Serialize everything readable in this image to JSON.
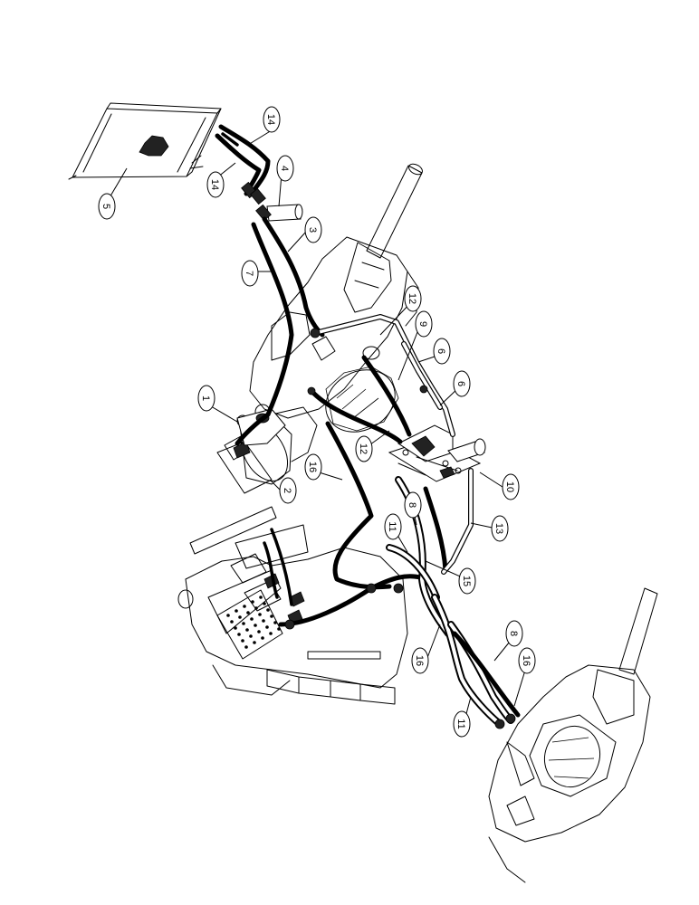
{
  "diagram": {
    "callouts": [
      {
        "id": "c1",
        "label": "1"
      },
      {
        "id": "c2",
        "label": "2"
      },
      {
        "id": "c3",
        "label": "3"
      },
      {
        "id": "c4",
        "label": "4"
      },
      {
        "id": "c5",
        "label": "5"
      },
      {
        "id": "c6a",
        "label": "6"
      },
      {
        "id": "c6b",
        "label": "6"
      },
      {
        "id": "c7",
        "label": "7"
      },
      {
        "id": "c8a",
        "label": "8"
      },
      {
        "id": "c8b",
        "label": "8"
      },
      {
        "id": "c9",
        "label": "9"
      },
      {
        "id": "c10",
        "label": "10"
      },
      {
        "id": "c11a",
        "label": "11"
      },
      {
        "id": "c11b",
        "label": "11"
      },
      {
        "id": "c12a",
        "label": "12"
      },
      {
        "id": "c12b",
        "label": "12"
      },
      {
        "id": "c13",
        "label": "13"
      },
      {
        "id": "c14a",
        "label": "14"
      },
      {
        "id": "c14b",
        "label": "14"
      },
      {
        "id": "c15",
        "label": "15"
      },
      {
        "id": "c16a",
        "label": "16"
      },
      {
        "id": "c16b",
        "label": "16"
      },
      {
        "id": "c16c",
        "label": "16"
      }
    ]
  }
}
